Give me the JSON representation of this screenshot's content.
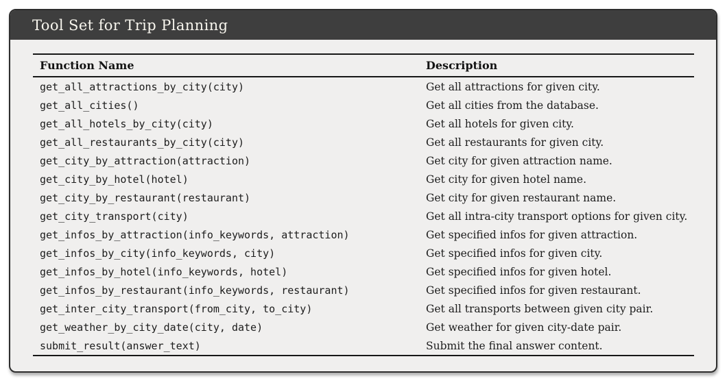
{
  "card": {
    "title": "Tool Set for Trip Planning"
  },
  "table": {
    "headers": [
      "Function Name",
      "Description"
    ],
    "rows": [
      {
        "function": "get_all_attractions_by_city(city)",
        "description": "Get all attractions for given city."
      },
      {
        "function": "get_all_cities()",
        "description": "Get all cities from the database."
      },
      {
        "function": "get_all_hotels_by_city(city)",
        "description": "Get all hotels for given city."
      },
      {
        "function": "get_all_restaurants_by_city(city)",
        "description": "Get all restaurants for given city."
      },
      {
        "function": "get_city_by_attraction(attraction)",
        "description": "Get city for given attraction name."
      },
      {
        "function": "get_city_by_hotel(hotel)",
        "description": "Get city for given hotel name."
      },
      {
        "function": "get_city_by_restaurant(restaurant)",
        "description": "Get city for given restaurant name."
      },
      {
        "function": "get_city_transport(city)",
        "description": "Get all intra-city transport options for given city."
      },
      {
        "function": "get_infos_by_attraction(info_keywords, attraction)",
        "description": "Get specified infos for given attraction."
      },
      {
        "function": "get_infos_by_city(info_keywords, city)",
        "description": "Get specified infos for given city."
      },
      {
        "function": "get_infos_by_hotel(info_keywords, hotel)",
        "description": "Get specified infos for given hotel."
      },
      {
        "function": "get_infos_by_restaurant(info_keywords, restaurant)",
        "description": "Get specified infos for given restaurant."
      },
      {
        "function": "get_inter_city_transport(from_city, to_city)",
        "description": "Get all transports between given city pair."
      },
      {
        "function": "get_weather_by_city_date(city, date)",
        "description": "Get weather for given city-date pair."
      },
      {
        "function": "submit_result(answer_text)",
        "description": "Submit the final answer content."
      }
    ]
  },
  "colors": {
    "header_bg": "#3e3e3e",
    "card_bg": "#f0efee",
    "card_border": "#2d2d2d",
    "title_text": "#f8f6ee",
    "rule": "#161616",
    "body_text": "#1c1c1c"
  }
}
